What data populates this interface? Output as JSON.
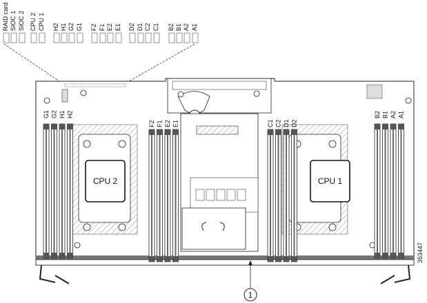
{
  "led_labels": [
    "RAID card",
    "SIOC 1",
    "SIOC 2",
    "CPU 2",
    "CPU 1",
    "H2",
    "H1",
    "G2",
    "G1",
    "F2",
    "F1",
    "E2",
    "E1",
    "D2",
    "D1",
    "C2",
    "C1",
    "B2",
    "B1",
    "A2",
    "A1"
  ],
  "dimm_groups": [
    {
      "labels": [
        "G1",
        "G2",
        "H1",
        "H2"
      ]
    },
    {
      "labels": [
        "F2",
        "F1",
        "E2",
        "E1"
      ]
    },
    {
      "labels": [
        "C1",
        "C2",
        "D1",
        "D2"
      ]
    },
    {
      "labels": [
        "B2",
        "B1",
        "A2",
        "A1"
      ]
    }
  ],
  "cpus": [
    {
      "label": "CPU 2"
    },
    {
      "label": "CPU 1"
    }
  ],
  "callout": {
    "number": "1"
  },
  "figure_id": "353447"
}
